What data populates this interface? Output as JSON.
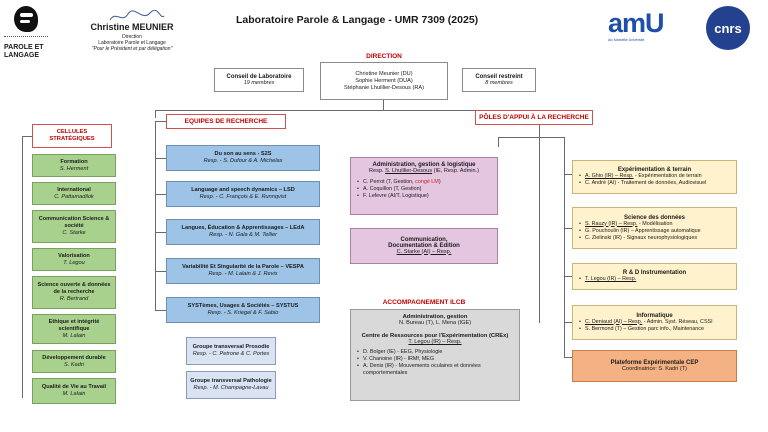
{
  "header": {
    "title": "Laboratoire Parole & Langage - UMR 7309 (2025)",
    "logo_text_1": "PAROLE ET",
    "logo_text_2": "LANGAGE",
    "signature_name": "Christine MEUNIER",
    "signature_lines": [
      "Direction",
      "Laboratoire Parole et Langage",
      "\"Pour le Président et par délégation\""
    ],
    "amu_text": "amU",
    "amu_sub": "Aix  Marseille  Université",
    "cnrs_text": "cnrs"
  },
  "direction": {
    "label": "DIRECTION",
    "members": [
      "Christine Meunier (DU)",
      "Sophie Herment (DUA)",
      "Stéphanie Lhuillier-Desous (RA)"
    ],
    "conseil_labo_title": "Conseil de Laboratoire",
    "conseil_labo_count": "19 membres",
    "conseil_restreint_title": "Conseil restreint",
    "conseil_restreint_count": "8 membres"
  },
  "cellules": {
    "header": "CELLULES STRATÉGIQUES",
    "items": [
      {
        "name": "Formation",
        "person": "S. Herment"
      },
      {
        "name": "International",
        "person": "C. Pattamadilok"
      },
      {
        "name": "Communication Science & société",
        "person": "C. Starke"
      },
      {
        "name": "Valorisation",
        "person": "T. Legou"
      },
      {
        "name": "Science ouverte & données de la recherche",
        "person": "R. Bertrand"
      },
      {
        "name": "Ethique et intégrité scientifique",
        "person": "M. Lalain"
      },
      {
        "name": "Développement durable",
        "person": "S. Kadri"
      },
      {
        "name": "Qualité de Vie au Travail",
        "person": "M. Lalain"
      }
    ]
  },
  "equipes": {
    "header": "EQUIPES DE RECHERCHE",
    "items": [
      {
        "name": "Du son au sens - S2S",
        "resp": "Resp. - S. Dufour & A. Michelas"
      },
      {
        "name": "Language and speech dynamics – LSD",
        "resp": "Resp. - C. François & E. Runnqvist"
      },
      {
        "name": "Langues, Éducation & Apprentissages – LEdA",
        "resp": "Resp. - N. Gala & M. Tellier"
      },
      {
        "name": "Variabilité Et Singularité de la Parole – VESPA",
        "resp": "Resp. - M. Lalain & J. Revis"
      },
      {
        "name": "SYSTèmes, Usages & Sociétés – SYSTUS",
        "resp": "Resp. - S. Kriegel & F. Sabio"
      }
    ],
    "groupes": [
      {
        "name": "Groupe transversal Prosodie",
        "resp": "Resp. - C. Petrone & C. Portes"
      },
      {
        "name": "Groupe transversal Pathologie",
        "resp": "Resp. - M. Champagne-Lavau"
      }
    ]
  },
  "poles": {
    "header": "PÔLES D'APPUI À LA RECHERCHE",
    "admin": {
      "title": "Administration, gestion & logistique",
      "resp_pre": "Resp. ",
      "resp_name": "S. Lhuillier-Desous",
      "resp_post": " (IE, Resp. Admin.)",
      "members": [
        {
          "pre": "C. Perrot (T, Gestion, ",
          "red": "congé LM",
          "post": ")"
        },
        {
          "pre": "A. Coquillon (T, Gestion)",
          "red": "",
          "post": ""
        },
        {
          "pre": "F. Lefevre (AI/T, Logistique)",
          "red": "",
          "post": ""
        }
      ]
    },
    "communication": {
      "title_1": "Communication,",
      "title_2": "Documentation & Edition",
      "resp": "C. Starke (AI) – Resp."
    },
    "right": [
      {
        "title": "Expérimentation & terrain",
        "members": [
          {
            "u": "A. Ghio (IR) – Resp.",
            "rest": " - Expérimentation de terrain"
          },
          {
            "u": "",
            "rest": "C. André (AI) - Traitement de données, Audiovisuel"
          }
        ]
      },
      {
        "title": "Science des données",
        "members": [
          {
            "u": "S. Rauzy (IR) – Resp.",
            "rest": " - Modélisation"
          },
          {
            "u": "",
            "rest": "G. Pouchoulin (IR) – Apprentissage automatique"
          },
          {
            "u": "",
            "rest": "C. Zielinski (IR) - Signaux neurophysiologiques"
          }
        ]
      },
      {
        "title": "R & D Instrumentation",
        "members": [
          {
            "u": "T. Legou (IR) – Resp.",
            "rest": ""
          }
        ]
      },
      {
        "title": "Informatique",
        "members": [
          {
            "u": "C. Deniaud (AI) – Resp.",
            "rest": " - Admin. Syst. Réseau, CSSI"
          },
          {
            "u": "",
            "rest": "S. Bermond (T) – Gestion parc info., Maintenance"
          }
        ]
      }
    ],
    "plateforme": {
      "title": "Plateforme Expérimentale CEP",
      "coord": "Coordinatrice: S. Kadri (T)"
    }
  },
  "accompagnement": {
    "header": "ACCOMPAGNEMENT ILCB",
    "admin_title": "Administration, gestion",
    "admin_people": "N. Bureau (T), L. Mena (IGE)",
    "crex_title": "Centre de Ressources pour l'Expérimentation (CREx)",
    "crex_resp": "T. Legou (IR) – Resp.",
    "crex_members": [
      "D. Bolger (IE) - EEG, Physiologie",
      "V. Chanoine (IR) - IRMf, MEG",
      "A. Denis (IR) - Mouvements oculaires et données comportementales"
    ]
  },
  "colors": {
    "blue": "#9dc3e6",
    "green": "#a9d18e",
    "pink": "#e4c6e0",
    "yellow": "#fff2cc",
    "orange": "#f4b183",
    "grey": "#d9d9d9",
    "red_title": "#c00000"
  }
}
